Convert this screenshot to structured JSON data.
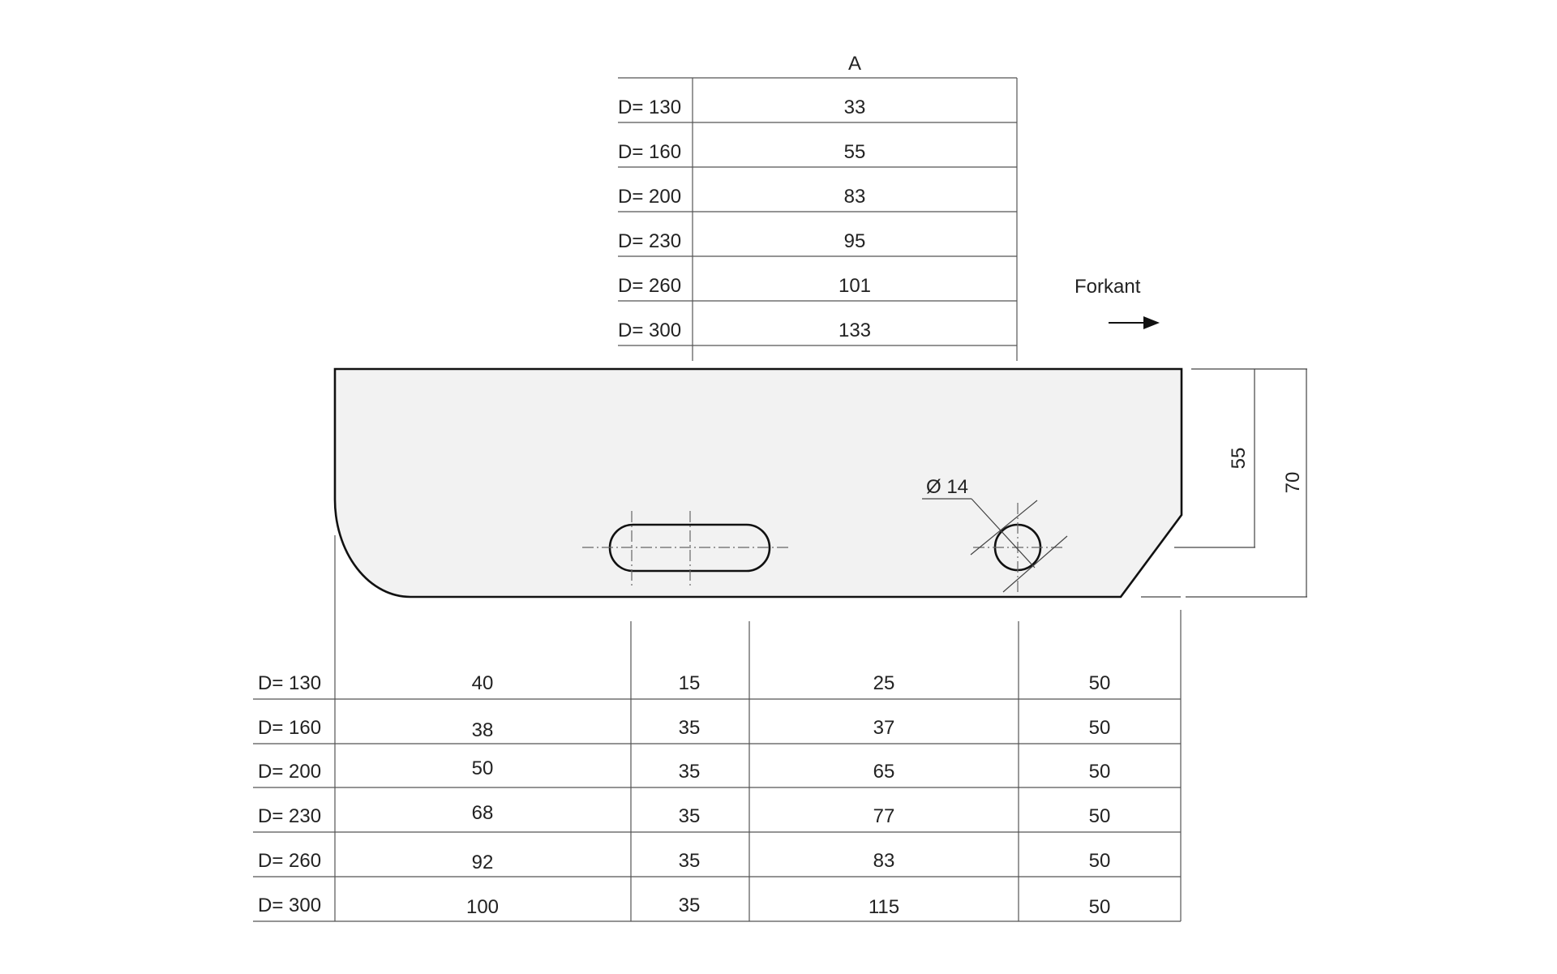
{
  "top_table": {
    "header": "A",
    "rows": [
      {
        "label": "D= 130",
        "value": "33"
      },
      {
        "label": "D= 160",
        "value": "55"
      },
      {
        "label": "D= 200",
        "value": "83"
      },
      {
        "label": "D= 230",
        "value": "95"
      },
      {
        "label": "D= 260",
        "value": "101"
      },
      {
        "label": "D= 300",
        "value": "133"
      }
    ]
  },
  "direction": {
    "label": "Forkant",
    "icon": "arrow-right-icon"
  },
  "part": {
    "hole_diameter_label": "Ø 14",
    "dimension_55": "55",
    "dimension_70": "70"
  },
  "bottom_table": {
    "rows": [
      {
        "label": "D= 130",
        "values": [
          "40",
          "15",
          "25",
          "50"
        ]
      },
      {
        "label": "D= 160",
        "values": [
          "38",
          "35",
          "37",
          "50"
        ]
      },
      {
        "label": "D= 200",
        "values": [
          "50",
          "35",
          "65",
          "50"
        ]
      },
      {
        "label": "D= 230",
        "values": [
          "68",
          "35",
          "77",
          "50"
        ]
      },
      {
        "label": "D= 260",
        "values": [
          "92",
          "35",
          "83",
          "50"
        ]
      },
      {
        "label": "D= 300",
        "values": [
          "100",
          "35",
          "115",
          "50"
        ]
      }
    ]
  },
  "colors": {
    "part_fill": "#f2f2f2",
    "outline": "#111111",
    "line": "#555555"
  }
}
